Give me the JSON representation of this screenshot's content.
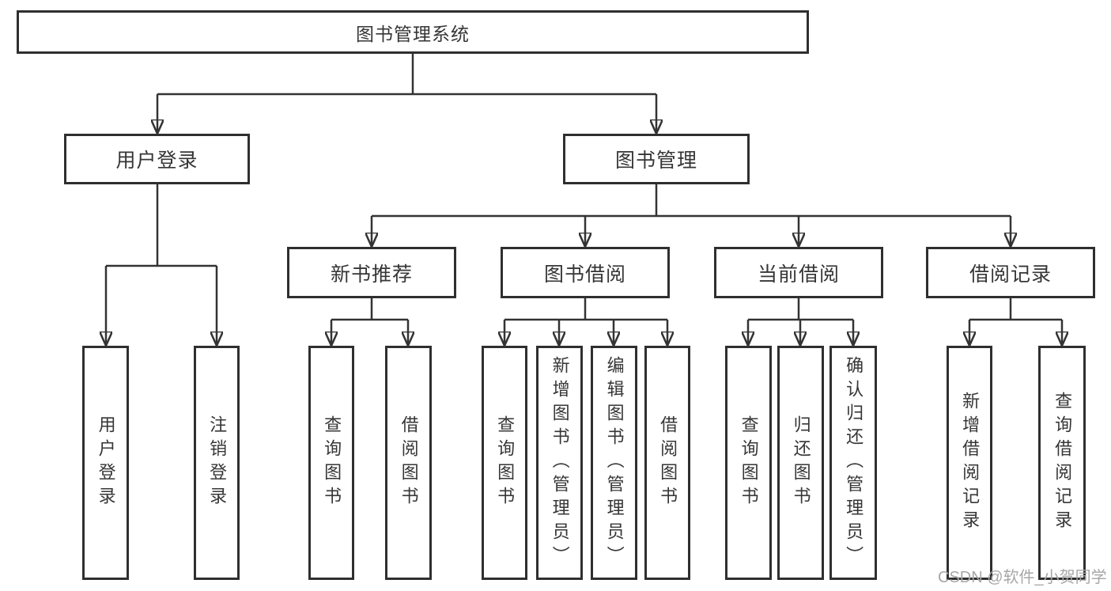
{
  "colors": {
    "line": "#333333",
    "box_border": "#2f2f2f",
    "text": "#363636",
    "watermark": "#a7a7a7",
    "background": "#ffffff"
  },
  "tree": {
    "root": {
      "label": "图书管理系统"
    },
    "branches": [
      {
        "label": "用户登录",
        "children": [
          {
            "label": "用户登录"
          },
          {
            "label": "注销登录"
          }
        ]
      },
      {
        "label": "图书管理",
        "children": [
          {
            "label": "新书推荐",
            "children": [
              {
                "label": "查询图书"
              },
              {
                "label": "借阅图书"
              }
            ]
          },
          {
            "label": "图书借阅",
            "children": [
              {
                "label": "查询图书"
              },
              {
                "label": "新增图书（管理员）"
              },
              {
                "label": "编辑图书（管理员）"
              },
              {
                "label": "借阅图书"
              }
            ]
          },
          {
            "label": "当前借阅",
            "children": [
              {
                "label": "查询图书"
              },
              {
                "label": "归还图书"
              },
              {
                "label": "确认归还（管理员）"
              }
            ]
          },
          {
            "label": "借阅记录",
            "children": [
              {
                "label": "新增借阅记录"
              },
              {
                "label": "查询借阅记录"
              }
            ]
          }
        ]
      }
    ]
  },
  "watermark": {
    "text": "CSDN @软件_小贺同学"
  }
}
